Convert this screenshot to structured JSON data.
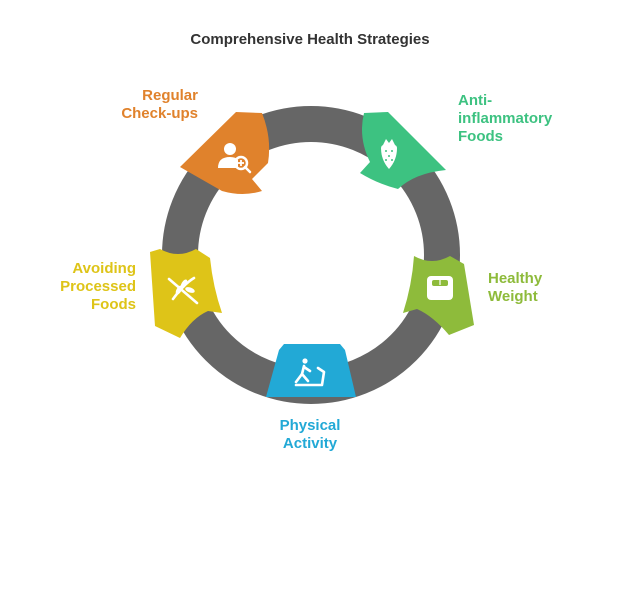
{
  "title": "Comprehensive Health Strategies",
  "colors": {
    "ring": "#666666",
    "checkups": "#E0822C",
    "anti": "#3DC281",
    "weight": "#8EBB3B",
    "physical": "#22A9D6",
    "processed": "#DEC418",
    "title": "#333333"
  },
  "nodes": [
    {
      "id": "checkups",
      "label_lines": [
        "Regular",
        "Check-ups"
      ],
      "icon": "user-search-icon"
    },
    {
      "id": "anti",
      "label_lines": [
        "Anti-",
        "inflammatory",
        "Foods"
      ],
      "icon": "strawberry-icon"
    },
    {
      "id": "weight",
      "label_lines": [
        "Healthy",
        "Weight"
      ],
      "icon": "scale-icon"
    },
    {
      "id": "physical",
      "label_lines": [
        "Physical",
        "Activity"
      ],
      "icon": "treadmill-icon"
    },
    {
      "id": "processed",
      "label_lines": [
        "Avoiding",
        "Processed",
        "Foods"
      ],
      "icon": "no-wheat-icon"
    }
  ]
}
